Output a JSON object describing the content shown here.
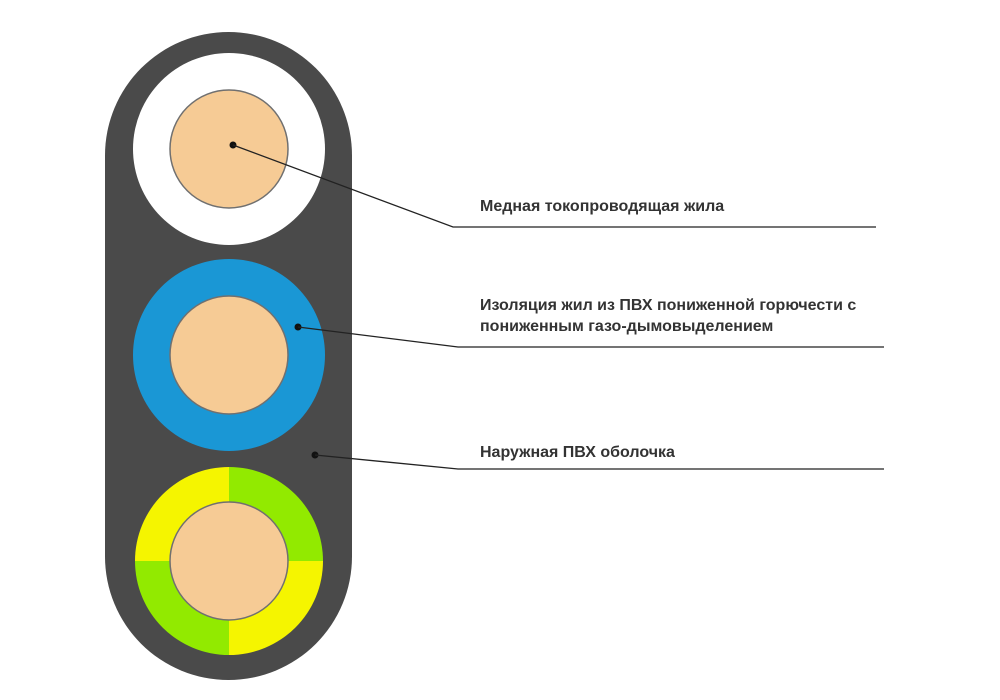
{
  "colors": {
    "background": "#ffffff",
    "sheath": "#4a4a4a",
    "copper": "#f6cb95",
    "copper_outline": "#707070",
    "insulation_white": "#ffffff",
    "insulation_blue": "#1a97d5",
    "insulation_yellow": "#f5f500",
    "insulation_green": "#92ea00",
    "leader_line": "#222222",
    "label_text": "#333333"
  },
  "cable": {
    "type": "flat three-core cable cross-section",
    "cores": [
      {
        "insulation": "white"
      },
      {
        "insulation": "blue"
      },
      {
        "insulation": "yellow-green"
      }
    ]
  },
  "callouts": [
    {
      "lines": [
        "Медная токопроводящая жила"
      ]
    },
    {
      "lines": [
        "Изоляция жил из ПВХ пониженной горючести с",
        "пониженным газо-дымовыделением"
      ]
    },
    {
      "lines": [
        "Наружная ПВХ оболочка"
      ]
    }
  ]
}
